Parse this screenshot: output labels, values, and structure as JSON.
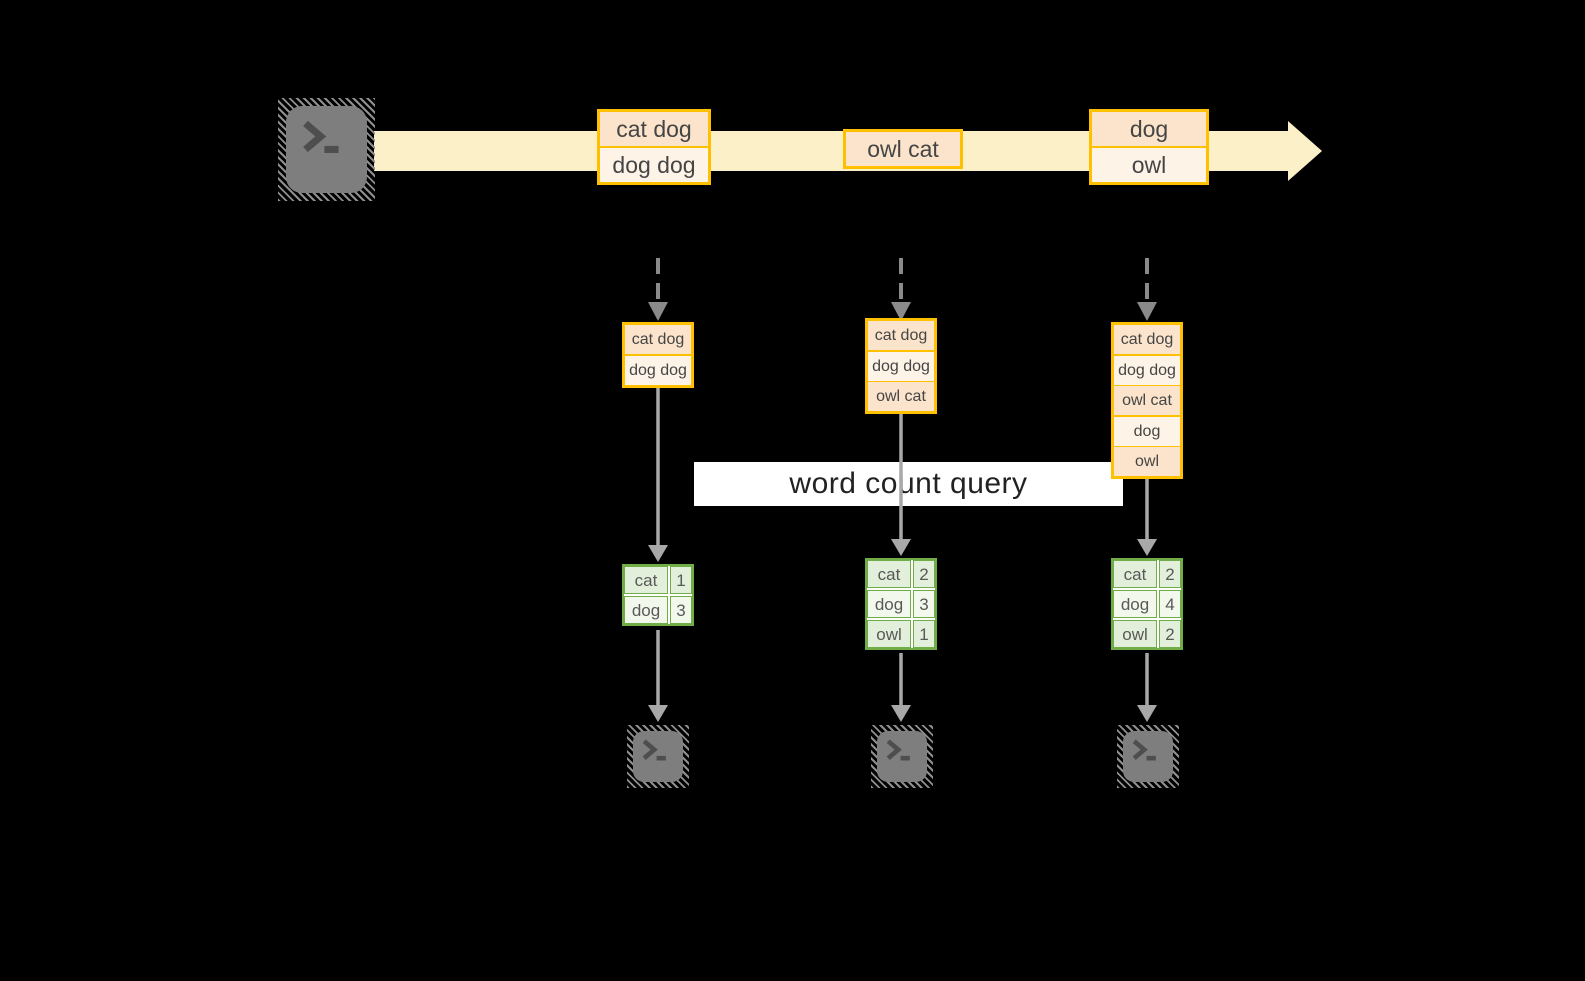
{
  "colors": {
    "accent_orange": "#FFC000",
    "row_peach": "#FBE4CB",
    "row_cream": "#FDF3E7",
    "stream_yellow": "#FCF0C9",
    "green_border": "#70AD47",
    "green_cell_a": "#E2EFDA",
    "green_cell_b": "#F2F8EC",
    "arrow_gray": "#A8A8A8",
    "dashed_gray": "#8A8A8A",
    "terminal_gray": "#7E7E7E",
    "terminal_glyph": "#4E4E4E",
    "text_dark": "#454545",
    "table_text": "#595959",
    "query_text": "#222222",
    "query_band_bg": "#FFFFFF",
    "canvas_bg": "#000000"
  },
  "source": {
    "icon": "terminal-prompt-icon"
  },
  "timeline": {
    "events": [
      {
        "rows": [
          "cat dog",
          "dog dog"
        ]
      },
      {
        "rows": [
          "owl cat"
        ]
      },
      {
        "rows": [
          "dog",
          "owl"
        ]
      }
    ]
  },
  "query": {
    "label": "word count query"
  },
  "columns": [
    {
      "batch": {
        "rows": [
          "cat dog",
          "dog dog"
        ]
      },
      "table": {
        "rows": [
          {
            "word": "cat",
            "count": "1"
          },
          {
            "word": "dog",
            "count": "3"
          }
        ]
      },
      "sink_icon": "terminal-prompt-icon"
    },
    {
      "batch": {
        "rows": [
          "cat dog",
          "dog dog",
          "owl cat"
        ]
      },
      "table": {
        "rows": [
          {
            "word": "cat",
            "count": "2"
          },
          {
            "word": "dog",
            "count": "3"
          },
          {
            "word": "owl",
            "count": "1"
          }
        ]
      },
      "sink_icon": "terminal-prompt-icon"
    },
    {
      "batch": {
        "rows": [
          "cat dog",
          "dog dog",
          "owl cat",
          "dog",
          "owl"
        ]
      },
      "table": {
        "rows": [
          {
            "word": "cat",
            "count": "2"
          },
          {
            "word": "dog",
            "count": "4"
          },
          {
            "word": "owl",
            "count": "2"
          }
        ]
      },
      "sink_icon": "terminal-prompt-icon"
    }
  ]
}
